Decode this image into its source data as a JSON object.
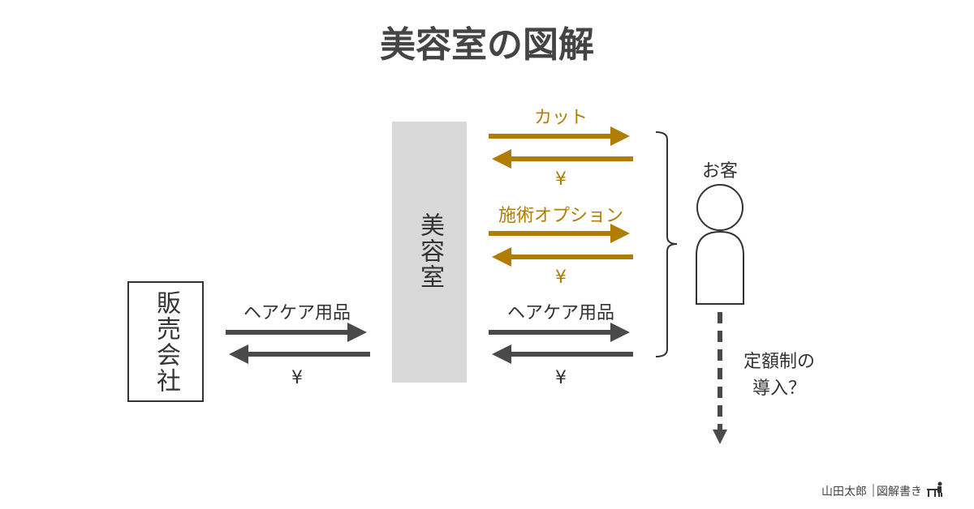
{
  "title": "美容室の図解",
  "colors": {
    "gold": "#B07D00",
    "dark": "#4A4A4A",
    "salon_fill": "#D9D9D9"
  },
  "supplier": {
    "label": "販売会社"
  },
  "salon": {
    "label": "美容室"
  },
  "customer": {
    "label": "お客"
  },
  "left_flow": {
    "goods": "ヘアケア用品",
    "payment": "¥"
  },
  "right_flows": [
    {
      "service": "カット",
      "payment": "¥"
    },
    {
      "service": "施術オプション",
      "payment": "¥"
    },
    {
      "service": "ヘアケア用品",
      "payment": "¥"
    }
  ],
  "question": {
    "line1": "定額制の",
    "line2": "導入？"
  },
  "footer": {
    "author": "山田太郎",
    "brand": "図解書き",
    "icon": "person-at-desk-icon"
  }
}
